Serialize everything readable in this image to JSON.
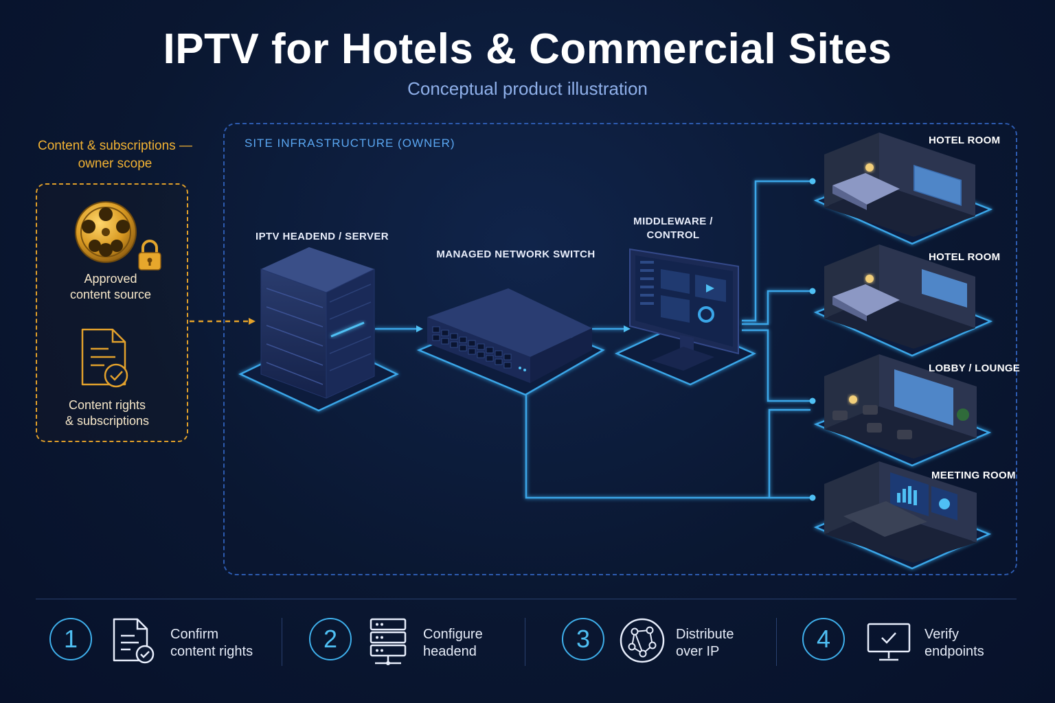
{
  "title": "IPTV for Hotels & Commercial Sites",
  "subtitle": "Conceptual product illustration",
  "owner_scope": {
    "caption_line1": "Content & subscriptions —",
    "caption_line2": "owner scope",
    "source_line1": "Approved",
    "source_line2": "content source",
    "rights_line1": "Content rights",
    "rights_line2": "& subscriptions"
  },
  "infrastructure": {
    "label": "SITE INFRASTRUCTURE (OWNER)",
    "headend": "IPTV HEADEND / SERVER",
    "switch": "MANAGED NETWORK SWITCH",
    "middleware_line1": "MIDDLEWARE /",
    "middleware_line2": "CONTROL"
  },
  "rooms": [
    "HOTEL ROOM",
    "HOTEL ROOM",
    "LOBBY / LOUNGE",
    "MEETING ROOM"
  ],
  "steps": [
    {
      "num": "1",
      "line1": "Confirm",
      "line2": "content rights",
      "icon": "document-check-icon"
    },
    {
      "num": "2",
      "line1": "Configure",
      "line2": "headend",
      "icon": "server-stack-icon"
    },
    {
      "num": "3",
      "line1": "Distribute",
      "line2": "over IP",
      "icon": "network-globe-icon"
    },
    {
      "num": "4",
      "line1": "Verify",
      "line2": "endpoints",
      "icon": "monitor-check-icon"
    }
  ],
  "colors": {
    "background": "#0a1731",
    "accent_gold": "#f2b233",
    "accent_blue": "#3fb0ec",
    "link_line": "#3aa6e8"
  }
}
